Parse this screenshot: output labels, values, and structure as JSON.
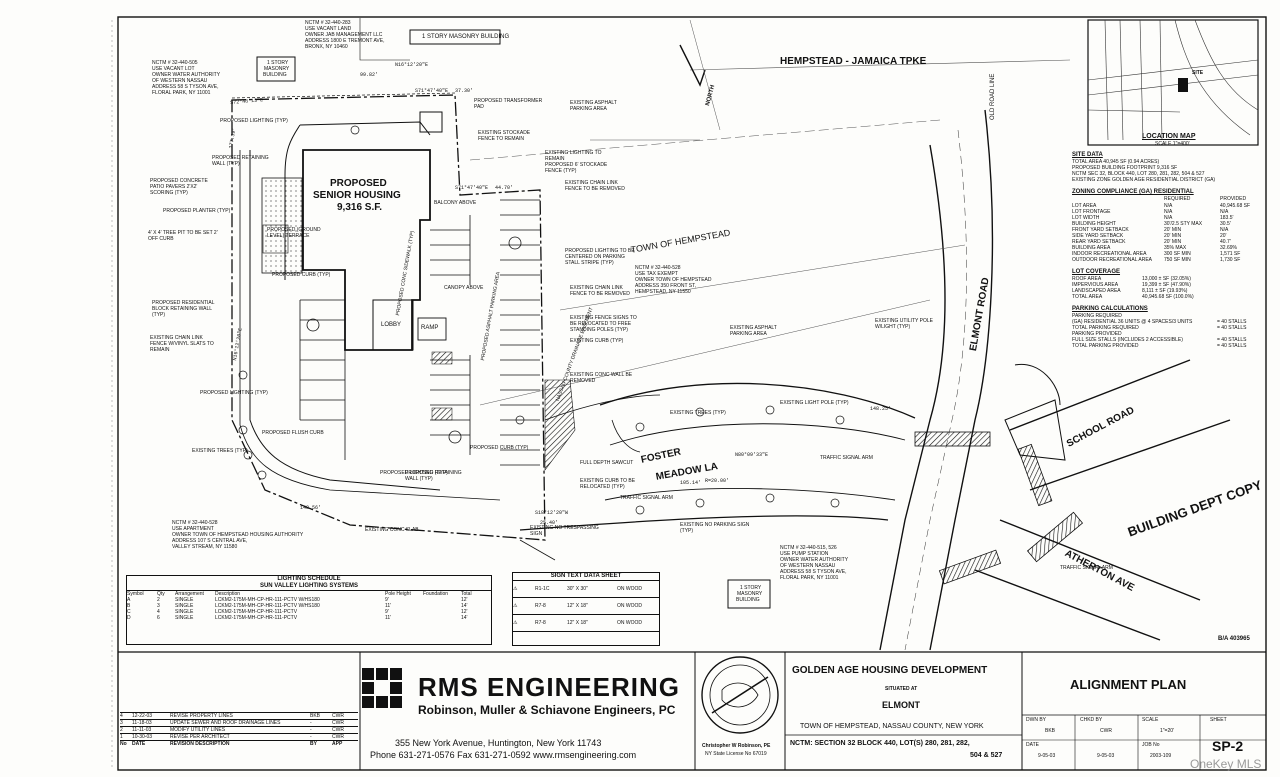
{
  "roads": {
    "hempstead_tpke": "HEMPSTEAD - JAMAICA TPKE",
    "elmont_road": "ELMONT ROAD",
    "school_road": "SCHOOL ROAD",
    "atherton_ave": "ATHERTON AVE",
    "foster_meadow_1": "FOSTER",
    "foster_meadow_2": "MEADOW LA",
    "old_road_line": "OLD ROAD LINE",
    "town": "TOWN OF HEMPSTEAD",
    "north": "NORTH"
  },
  "building": {
    "title1": "PROPOSED",
    "title2": "SENIOR HOUSING",
    "area": "9,316 S.F.",
    "lobby": "LOBBY",
    "ramp": "RAMP",
    "one_story_top": "1 STORY MASONRY BUILDING",
    "one_story_left_1": "1 STORY",
    "one_story_left_2": "MASONRY",
    "one_story_left_3": "BUILDING",
    "one_story_bottom_1": "1 STORY",
    "one_story_bottom_2": "MASONRY",
    "one_story_bottom_3": "BUILDING"
  },
  "parcels": {
    "north_1": "NCTM # 32-440-283",
    "north_2": "USE VACANT LAND",
    "north_3": "OWNER JAB MANAGEMENT LLC",
    "north_4": "ADDRESS 1800 E TREMONT AVE,",
    "north_5": "BRONX, NY 10460",
    "west_1": "NCTM # 32-440-505",
    "west_2": "USE VACANT LOT",
    "west_3": "OWNER WATER AUTHORITY",
    "west_4": "OF WESTERN NASSAU",
    "west_5": "ADDRESS 58 S TYSON AVE,",
    "west_6": "FLORAL PARK, NY 11001",
    "east_1": "NCTM # 32-440-528",
    "east_2": "USE TAX EXEMPT",
    "east_3": "OWNER TOWN OF HEMPSTEAD",
    "east_4": "ADDRESS 350 FRONT ST,",
    "east_5": "HEMPSTEAD, NY 11550",
    "south_1": "NCTM # 32-440-528",
    "south_2": "USE APARTMENT",
    "south_3": "OWNER TOWN OF HEMPSTEAD HOUSING AUTHORITY",
    "south_4": "ADDRESS 107 S CENTRAL AVE,",
    "south_5": "VALLEY STREAM, NY 11580",
    "pump_1": "NCTM # 32-440-515, 526",
    "pump_2": "USE PUMP STATION",
    "pump_3": "OWNER WATER AUTHORITY",
    "pump_4": "OF WESTERN NASSAU",
    "pump_5": "ADDRESS 58 S TYSON AVE,",
    "pump_6": "FLORAL PARK, NY 11001"
  },
  "callouts": [
    "PROPOSED TRANSFORMER PAD",
    "EXISTING STOCKADE FENCE TO REMAIN",
    "EXISTING ASPHALT PARKING AREA",
    "EXISTING LIGHTING TO REMAIN",
    "PROPOSED 6' STOCKADE FENCE (TYP)",
    "EXISTING CHAIN LINK FENCE TO BE REMOVED",
    "PROPOSED LIGHTING TO BE CENTERED ON PARKING STALL STRIPE (TYP)",
    "EXISTING CHAIN LINK FENCE TO BE REMOVED",
    "EXISTING FENCE SIGNS TO BE RELOCATED TO FREE STANDING POLES (TYP)",
    "EXISTING CURB (TYP)",
    "EXISTING CONC WALL BE REMOVED",
    "EXISTING ASPHALT PARKING AREA",
    "EXISTING UTILITY POLE W/LIGHT (TYP)",
    "PROPOSED LIGHTING (TYP)",
    "PROPOSED RETAINING WALL (TYP)",
    "PROPOSED CONCRETE PATIO PAVERS 2'X2' SCORING (TYP)",
    "PROPOSED PLANTER (TYP)",
    "4' X 4' TREE PIT TO BE SET 2' OFF CURB",
    "PROPOSED (GROUND LEVEL) TERRACE",
    "PROPOSED CURB (TYP)",
    "PROPOSED RESIDENTIAL BLOCK RETAINING WALL (TYP)",
    "EXISTING CHAIN LINK FENCE W/VINYL SLATS TO REMAIN",
    "PROPOSED LIGHTING (TYP)",
    "EXISTING TREES (TYP)",
    "PROPOSED FLUSH CURB",
    "PROPOSED LIGHTING (TYP)",
    "PROPOSED RETAINING WALL (TYP)",
    "PROPOSED CURB (TYP)",
    "EXISTING CONC SLAB",
    "EXISTING NO TRESPASSING SIGN",
    "FULL DEPTH SAWCUT",
    "EXISTING CURB TO BE RELOCATED (TYP)",
    "TRAFFIC SIGNAL ARM",
    "EXISTING NO PARKING SIGN (TYP)",
    "EXISTING TREES (TYP)",
    "EXISTING LIGHT POLE (TYP)",
    "TRAFFIC SIGNAL ARM",
    "TRAFFIC SIGNAL ARM",
    "NASSAU COUNTY DRAINAGE EASEMENT",
    "BALCONY ABOVE",
    "CANOPY ABOVE",
    "PROPOSED ASPHALT PARKING AREA",
    "PROPOSED CONC SIDEWALK (TYP)",
    "BUILDING DEPT COPY"
  ],
  "dimensions": [
    "N16°12'20\"E",
    "99.82'",
    "S71°47'40\"E",
    "37.30'",
    "S71°47'40\"E",
    "44.70'",
    "S72°48'13\"E",
    "148.56'",
    "148.25'",
    "S18°12'20\"W",
    "25.40'",
    "N80°09'33\"E",
    "R=20.00'",
    "105.14'",
    "N16°12'20\"E",
    "177.39'"
  ],
  "location_map": {
    "title": "LOCATION MAP",
    "scale": "SCALE 1\"=400'",
    "site": "SITE"
  },
  "site_data": {
    "title": "SITE DATA",
    "lines": [
      "TOTAL AREA 40,945 SF (0.94 ACRES)",
      "PROPOSED BUILDING FOOTPRINT 9,316 SF",
      "NCTM SEC 32, BLOCK 440, LOT 280, 281, 282, 504 & 527",
      "EXISTING ZONE GOLDEN AGE RESIDENTIAL DISTRICT (GA)"
    ]
  },
  "zoning": {
    "title": "ZONING COMPLIANCE (GA) RESIDENTIAL",
    "col_required": "REQUIRED",
    "col_provided": "PROVIDED",
    "rows": [
      [
        "LOT AREA",
        "N/A",
        "40,945.68 SF"
      ],
      [
        "LOT FRONTAGE",
        "N/A",
        "N/A"
      ],
      [
        "LOT WIDTH",
        "N/A",
        "183.5'"
      ],
      [
        "BUILDING HEIGHT",
        "30'/2.5 STY MAX",
        "30.5'"
      ],
      [
        "FRONT YARD SETBACK",
        "20' MIN",
        "N/A"
      ],
      [
        "SIDE YARD SETBACK",
        "20' MIN",
        "20'"
      ],
      [
        "REAR YARD SETBACK",
        "20' MIN",
        "40.7'"
      ],
      [
        "BUILDING AREA",
        "35% MAX",
        "32.69%"
      ],
      [
        "INDOOR RECREATIONAL AREA",
        "300 SF MIN",
        "1,571 SF"
      ],
      [
        "OUTDOOR RECREATIONAL AREA",
        "750 SF MIN",
        "1,730 SF"
      ]
    ]
  },
  "lot_coverage": {
    "title": "LOT COVERAGE",
    "rows": [
      [
        "ROOF AREA",
        "13,000 ± SF (32.05%)"
      ],
      [
        "IMPERVIOUS AREA",
        "19,399 ± SF (47.90%)"
      ],
      [
        "LANDSCAPED AREA",
        "8,111 ± SF (19.93%)"
      ],
      [
        "TOTAL AREA",
        "40,945.68 SF (100.0%)"
      ]
    ]
  },
  "parking": {
    "title": "PARKING CALCULATIONS",
    "lines": [
      [
        "PARKING REQUIRED",
        ""
      ],
      [
        "(GA) RESIDENTIAL 36 UNITS @ 4 SPACES/3 UNITS",
        "= 40 STALLS"
      ],
      [
        "TOTAL PARKING REQUIRED",
        "= 40 STALLS"
      ],
      [
        "PARKING PROVIDED",
        ""
      ],
      [
        "FULL SIZE STALLS (INCLUDES 2 ACCESSIBLE)",
        "= 40 STALLS"
      ],
      [
        "TOTAL PARKING PROVIDED",
        "= 40 STALLS"
      ]
    ]
  },
  "lighting_schedule": {
    "title": "LIGHTING SCHEDULE",
    "subtitle": "SUN VALLEY LIGHTING SYSTEMS",
    "headers": [
      "Symbol",
      "Qty",
      "Arrangement",
      "Description",
      "Pole Height",
      "Foundation",
      "Total"
    ],
    "rows": [
      [
        "A",
        "2",
        "SINGLE",
        "LCKM2-175M-MH-CP-HR-111-PCTV  W/HS180",
        "9'",
        "",
        "12'"
      ],
      [
        "B",
        "3",
        "SINGLE",
        "LCKM2-175M-MH-CP-HR-111-PCTV  W/HS180",
        "11'",
        "",
        "14'"
      ],
      [
        "C",
        "4",
        "SINGLE",
        "LCKM2-175M-MH-CP-HR-111-PCTV",
        "9'",
        "",
        "12'"
      ],
      [
        "D",
        "6",
        "SINGLE",
        "LCKM2-175M-MH-CP-HR-111-PCTV",
        "11'",
        "",
        "14'"
      ]
    ]
  },
  "sign_data": {
    "title": "SIGN TEXT DATA SHEET",
    "rows": [
      [
        "R1-1C",
        "30\" X 30\"",
        "ON WOOD"
      ],
      [
        "R7-8",
        "12\" X 18\"",
        "ON WOOD"
      ],
      [
        "R7-8",
        "12\" X 18\"",
        "ON WOOD"
      ]
    ]
  },
  "revisions": {
    "rows": [
      [
        "4",
        "12-22-03",
        "REVISE PROPERTY LINES",
        "BKB",
        "CWR"
      ],
      [
        "3",
        "11-18-03",
        "UPDATE SEWER AND ROOF DRAINAGE LINES",
        "-",
        "CWR"
      ],
      [
        "2",
        "11-11-03",
        "MODIFY UTILITY LINES",
        "-",
        "CWR"
      ],
      [
        "1",
        "10-30-03",
        "REVISE PER ARCHITECT",
        "-",
        "CWR"
      ]
    ],
    "col_no": "No",
    "col_date": "DATE",
    "col_desc": "REVISION DESCRIPTION",
    "col_by": "BY",
    "col_app": "APP"
  },
  "firm": {
    "name": "RMS ENGINEERING",
    "full": "Robinson, Muller & Schiavone Engineers, PC",
    "address": "355 New York Avenue, Huntington, New York 11743",
    "contact": "Phone 631-271-0576   Fax 631-271-0592   www.rmsengineering.com"
  },
  "seal": {
    "engineer": "Christopher W Robinson, PE",
    "license": "NY State License No 67019"
  },
  "project": {
    "title": "GOLDEN AGE HOUSING DEVELOPMENT",
    "situated": "SITUATED AT",
    "location": "ELMONT",
    "town": "TOWN OF HEMPSTEAD, NASSAU COUNTY, NEW YORK",
    "nctm": "NCTM: SECTION 32 BLOCK 440, LOT(S) 280, 281, 282,",
    "nctm2": "504 & 527"
  },
  "sheet": {
    "title": "ALIGNMENT PLAN",
    "dwn_by_label": "DWN BY",
    "dwn_by": "BKB",
    "chkd_by_label": "CHKD BY",
    "chkd_by": "CWR",
    "scale_label": "SCALE",
    "scale": "1\"=20'",
    "sheet_label": "SHEET",
    "date_label": "DATE",
    "date": "9-05-03",
    "date2": "9-05-03",
    "job_no_label": "JOB No",
    "job_no": "2003-109",
    "sheet_no": "SP-2",
    "ba_no": "B/A 403965"
  },
  "watermark": "OneKey MLS",
  "colors": {
    "ink": "#111111",
    "paper": "#fdfdfb"
  }
}
